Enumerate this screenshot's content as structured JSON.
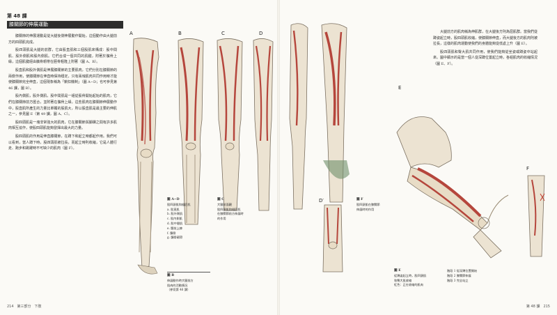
{
  "left_page": {
    "lesson_number": "第 48 課",
    "lesson_title": "膝關節的伸展運動",
    "paragraphs": [
      "膝關節的伸展運動是從大腿後側伸展動作開始，這個動作由大腿前方的四頭肌完成。",
      "股四頭肌是大腿的前群，它由股直肌和三個股肌來構成：股中間肌、股外側肌和股內側肌。它們合成一個共同的肌腱，附著於髕骨上緣，這個肌腱經由髕骨韌帶在脛骨粗隆上附著（圖 A、B）。",
      "股直肌和股外側肌是伸展膝關節的主要肌肉，它們分別在膝關節的兩側作用，使膝關節在伸直時保持穩定，只有兩塊肌肉共同作用時才能使膝關節完全伸直，這個現象稱為「鎖扣機制」（圖 A−D；也可參見第 46 課，圖 B）。",
      "股內側肌，股外側肌，股中間肌是一組從股骨開始起始的肌肉，它們在膝關節前方匯合，並附著在髕骨上緣。這些肌肉在膝關節伸展動作中，股直肌所產生的力量比單獨的股肌大，所以股直肌是最主要的伸肌之一，參見圖 E（第 49 課，圖 A、C）。",
      "股四頭肌是一塊非常強大的肌肉，它在膝關節與腳踝之間有許多肌肉相互協作，使股四頭肌能夠發揮出最大的力量。",
      "股四頭肌的作用是伸直膝關節，在蹲下和起立時都起作用。我們可以看到，當人蹲下時，股四頭肌被拉長，而起立時則收縮，它是人體行走、跑步和跳躍時不可缺少的肌肉（圖 F）。"
    ],
    "figure_labels": [
      "A",
      "B",
      "C",
      "D"
    ],
    "caption_a": {
      "title": "圖 A∼D",
      "lines": [
        "股四頭肌和縫匠肌",
        "a. 股直肌",
        "b. 股外側肌",
        "c. 股內側肌",
        "d. 股中間肌",
        "e. 髂前上棘",
        "f. 髕骨",
        "g. 髕骨韌帶"
      ]
    },
    "caption_b": {
      "title": "圖 B",
      "lines": [
        "伸展動作時大腿前方",
        "肌肉的活動情況",
        "（參見第 46 課）"
      ]
    },
    "caption_c": {
      "title": "圖 C",
      "lines": [
        "大腿前面觀",
        "股四頭肌和縫匠肌",
        "在膝關節前方伸展時",
        "的作用"
      ]
    },
    "folio": "214　第三部分　下肢"
  },
  "right_page": {
    "paragraphs": [
      "大腿前方的肌肉稱為伸肌群，在大腿後方則為屈肌群。當我們從蹲姿起立時，股四頭肌收縮，使膝關節伸直，而大腿後方的肌肉則被拉長，這樣的肌肉運動使我們的身體能夠從低處上升（圖 E）。",
      "股四頭肌和臀大肌共同作用，使我們能夠從坐姿或蹲姿中站起來。圖中顯示的是當一個人從深蹲位置起立時，各組肌肉的收縮情況（圖 E、F）。"
    ],
    "figure_labels": [
      "E",
      "F"
    ],
    "caption_e": {
      "title": "圖 E",
      "lines": [
        "從蹲姿起立時，股四頭肌",
        "和臀大肌收縮",
        "紅色：正在收縮的肌肉"
      ]
    },
    "caption_e2": {
      "title": "",
      "lines": [
        "階段 1 從深蹲位置開始",
        "階段 2 膝關節伸展",
        "階段 3 完全站立"
      ]
    },
    "caption_f": {
      "title": "圖 F",
      "lines": [
        "股四頭肌在膝關節",
        "伸展時的作用"
      ]
    },
    "folio": "第 48 課　215"
  },
  "colors": {
    "muscle_red": "#b5463c",
    "bone": "#e8dcc6",
    "title_bar": "#2d2d2d",
    "green_shade": "#6f8f6b"
  }
}
